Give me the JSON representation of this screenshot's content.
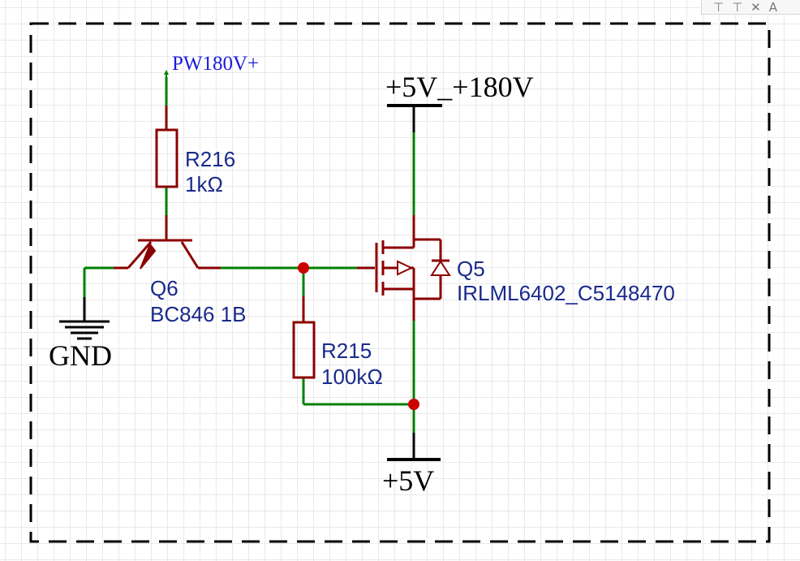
{
  "labels": {
    "pw180": "PW180V+",
    "v5_180": "+5V_+180V",
    "gnd": "GND",
    "v5": "+5V"
  },
  "components": {
    "r216": {
      "ref": "R216",
      "value": "1kΩ"
    },
    "r215": {
      "ref": "R215",
      "value": "100kΩ"
    },
    "q6": {
      "ref": "Q6",
      "value": "BC846 1B"
    },
    "q5": {
      "ref": "Q5",
      "value": "IRLML6402_C5148470"
    }
  },
  "toolbar": {
    "icons": [
      "align-top-icon",
      "align-middle-icon",
      "close-icon",
      "text-icon"
    ]
  },
  "colors": {
    "wire": "#008000",
    "component": "#8b0000",
    "label": "#1a2a8c",
    "netflag": "#1b1bdc",
    "junction": "#cc0000",
    "power": "#000000",
    "border": "#000000"
  }
}
